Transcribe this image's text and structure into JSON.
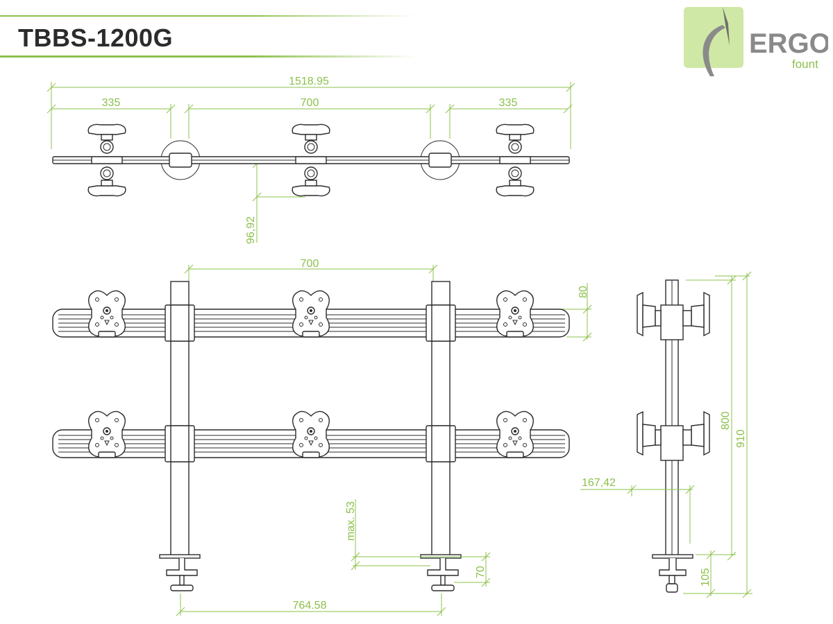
{
  "header": {
    "model": "TBBS-1200G"
  },
  "logo": {
    "brand": "ERGO",
    "sub": "fount",
    "brand_color": "#8cc04b",
    "text_color": "#8a8a8a"
  },
  "dimensions": {
    "top_total": "1518.95",
    "top_left": "335",
    "top_mid": "700",
    "top_right": "335",
    "top_offset": "96,92",
    "front_spacing": "700",
    "bar_height": "80",
    "max_53": "max. 53",
    "clamp_70": "70",
    "base_spacing": "764.58",
    "side_800": "800",
    "side_910": "910",
    "side_167": "167,42",
    "side_105": "105"
  },
  "colors": {
    "dimension": "#8cc04b",
    "line": "#2a2a2a"
  }
}
